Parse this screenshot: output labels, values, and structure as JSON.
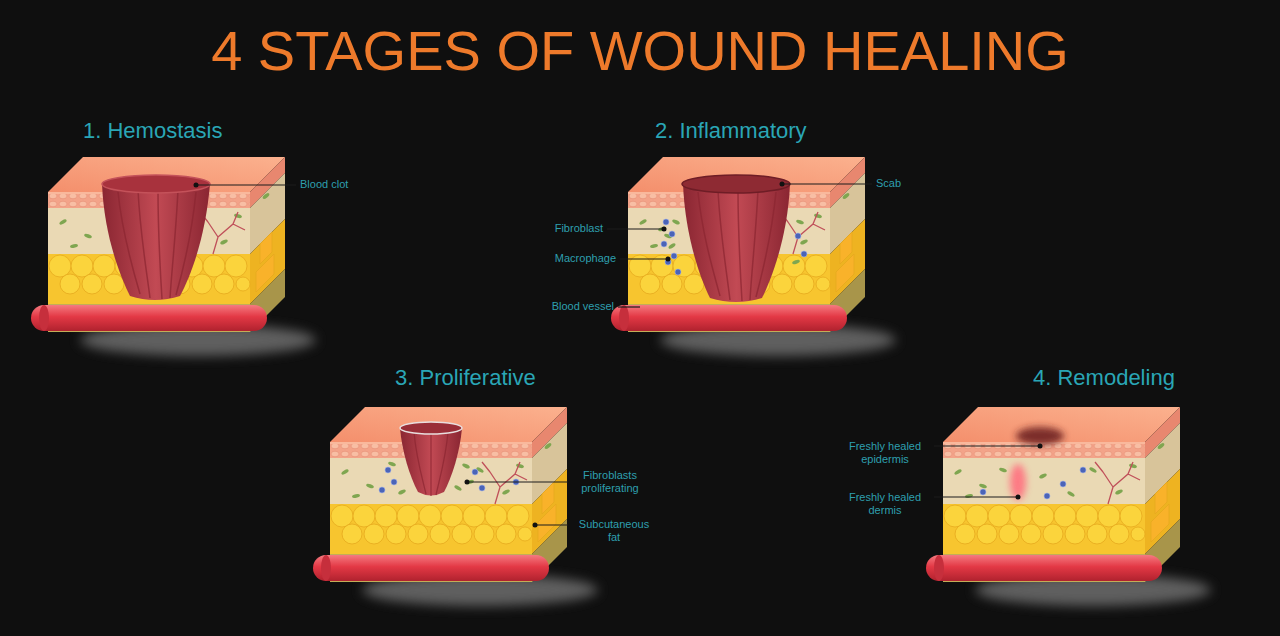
{
  "diagram": {
    "title": "4 STAGES OF WOUND HEALING",
    "nodes": [
      {
        "text": [
          "1. Hemostasis"
        ]
      },
      {
        "text": [
          "2. Inflammatory"
        ]
      },
      {
        "text": [
          "3. Proliferative"
        ]
      },
      {
        "text": [
          "4. Remodeling"
        ]
      }
    ],
    "labels": [
      "Blood clot",
      "Scab",
      "Fibroblast",
      "Macrophage",
      "Blood vessel",
      "Fibroblasts proliferating",
      "Subcutaneous fat",
      "Freshly healed epidermis",
      "Freshly healed dermis"
    ]
  }
}
